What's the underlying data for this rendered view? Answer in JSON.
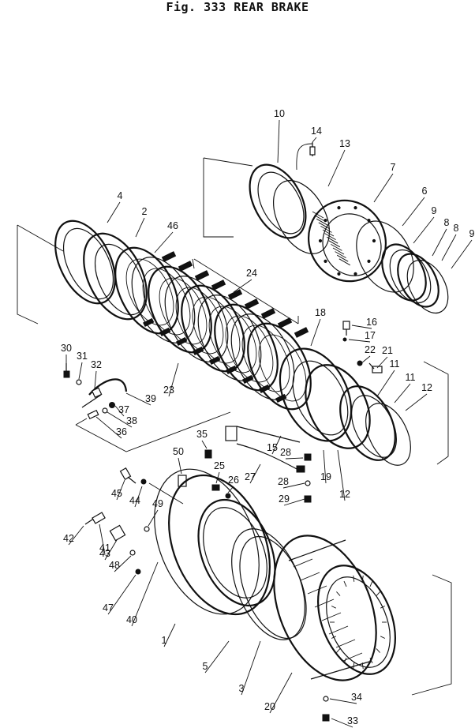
{
  "figure": {
    "title": "Fig. 333   REAR BRAKE"
  },
  "callouts": [
    {
      "num": "1"
    },
    {
      "num": "2"
    },
    {
      "num": "3"
    },
    {
      "num": "4"
    },
    {
      "num": "5"
    },
    {
      "num": "6"
    },
    {
      "num": "7"
    },
    {
      "num": "8"
    },
    {
      "num": "8"
    },
    {
      "num": "9"
    },
    {
      "num": "9"
    },
    {
      "num": "10"
    },
    {
      "num": "11"
    },
    {
      "num": "11"
    },
    {
      "num": "12"
    },
    {
      "num": "12"
    },
    {
      "num": "13"
    },
    {
      "num": "14"
    },
    {
      "num": "15"
    },
    {
      "num": "16"
    },
    {
      "num": "17"
    },
    {
      "num": "18"
    },
    {
      "num": "19"
    },
    {
      "num": "20"
    },
    {
      "num": "21"
    },
    {
      "num": "22"
    },
    {
      "num": "23"
    },
    {
      "num": "24"
    },
    {
      "num": "25"
    },
    {
      "num": "26"
    },
    {
      "num": "27"
    },
    {
      "num": "28"
    },
    {
      "num": "28"
    },
    {
      "num": "29"
    },
    {
      "num": "30"
    },
    {
      "num": "31"
    },
    {
      "num": "32"
    },
    {
      "num": "33"
    },
    {
      "num": "34"
    },
    {
      "num": "35"
    },
    {
      "num": "36"
    },
    {
      "num": "37"
    },
    {
      "num": "38"
    },
    {
      "num": "39"
    },
    {
      "num": "40"
    },
    {
      "num": "41"
    },
    {
      "num": "42"
    },
    {
      "num": "43"
    },
    {
      "num": "44"
    },
    {
      "num": "45"
    },
    {
      "num": "46"
    },
    {
      "num": "47"
    },
    {
      "num": "48"
    },
    {
      "num": "49"
    },
    {
      "num": "50"
    }
  ]
}
